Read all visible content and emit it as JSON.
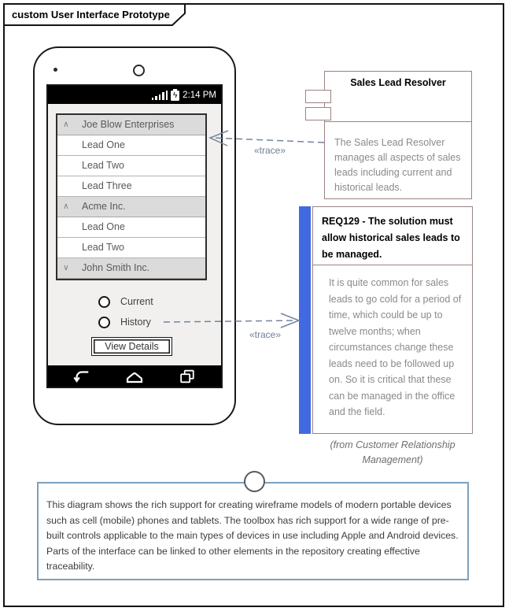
{
  "frame": {
    "title": "custom User Interface Prototype"
  },
  "phone": {
    "status_bar": {
      "time": "2:14 PM"
    },
    "list": {
      "items": [
        {
          "label": "Joe Blow Enterprises",
          "type": "group",
          "chevron": "up"
        },
        {
          "label": "Lead One",
          "type": "item"
        },
        {
          "label": "Lead Two",
          "type": "item"
        },
        {
          "label": "Lead Three",
          "type": "item"
        },
        {
          "label": "Acme Inc.",
          "type": "group",
          "chevron": "up"
        },
        {
          "label": "Lead One",
          "type": "item"
        },
        {
          "label": "Lead Two",
          "type": "item"
        },
        {
          "label": "John Smith Inc.",
          "type": "group",
          "chevron": "down"
        }
      ]
    },
    "radios": [
      {
        "label": "Current",
        "checked": false
      },
      {
        "label": "History",
        "checked": false
      }
    ],
    "detail_button": "View Details"
  },
  "component": {
    "name": "Sales Lead Resolver",
    "description": "The Sales Lead Resolver manages all aspects of sales leads including current and historical leads."
  },
  "requirement": {
    "title": "REQ129 - The solution must allow historical sales leads to be managed.",
    "description": "It is quite common for sales leads to go cold for a period of time, which could be up to twelve months; when circumstances change these leads need to be followed up on. So it is critical that these can be managed in the office and the field.",
    "source": "(from Customer Relationship Management)"
  },
  "connectors": {
    "trace1": "«trace»",
    "trace2": "«trace»"
  },
  "note": {
    "text": "This diagram shows the rich support for creating wireframe models of modern portable devices such as cell (mobile) phones and tablets. The toolbox has rich support for a wide range of pre-built controls applicable to the main types of devices in use including Apple and Android devices. Parts of the interface can be linked to other elements in the repository creating effective traceability."
  },
  "colors": {
    "requirement_bar": "#4169E1",
    "element_border": "#9B8282",
    "connector": "#74849E",
    "note_border": "#7CA0BC",
    "list_group_bg": "#DBDBDB"
  }
}
